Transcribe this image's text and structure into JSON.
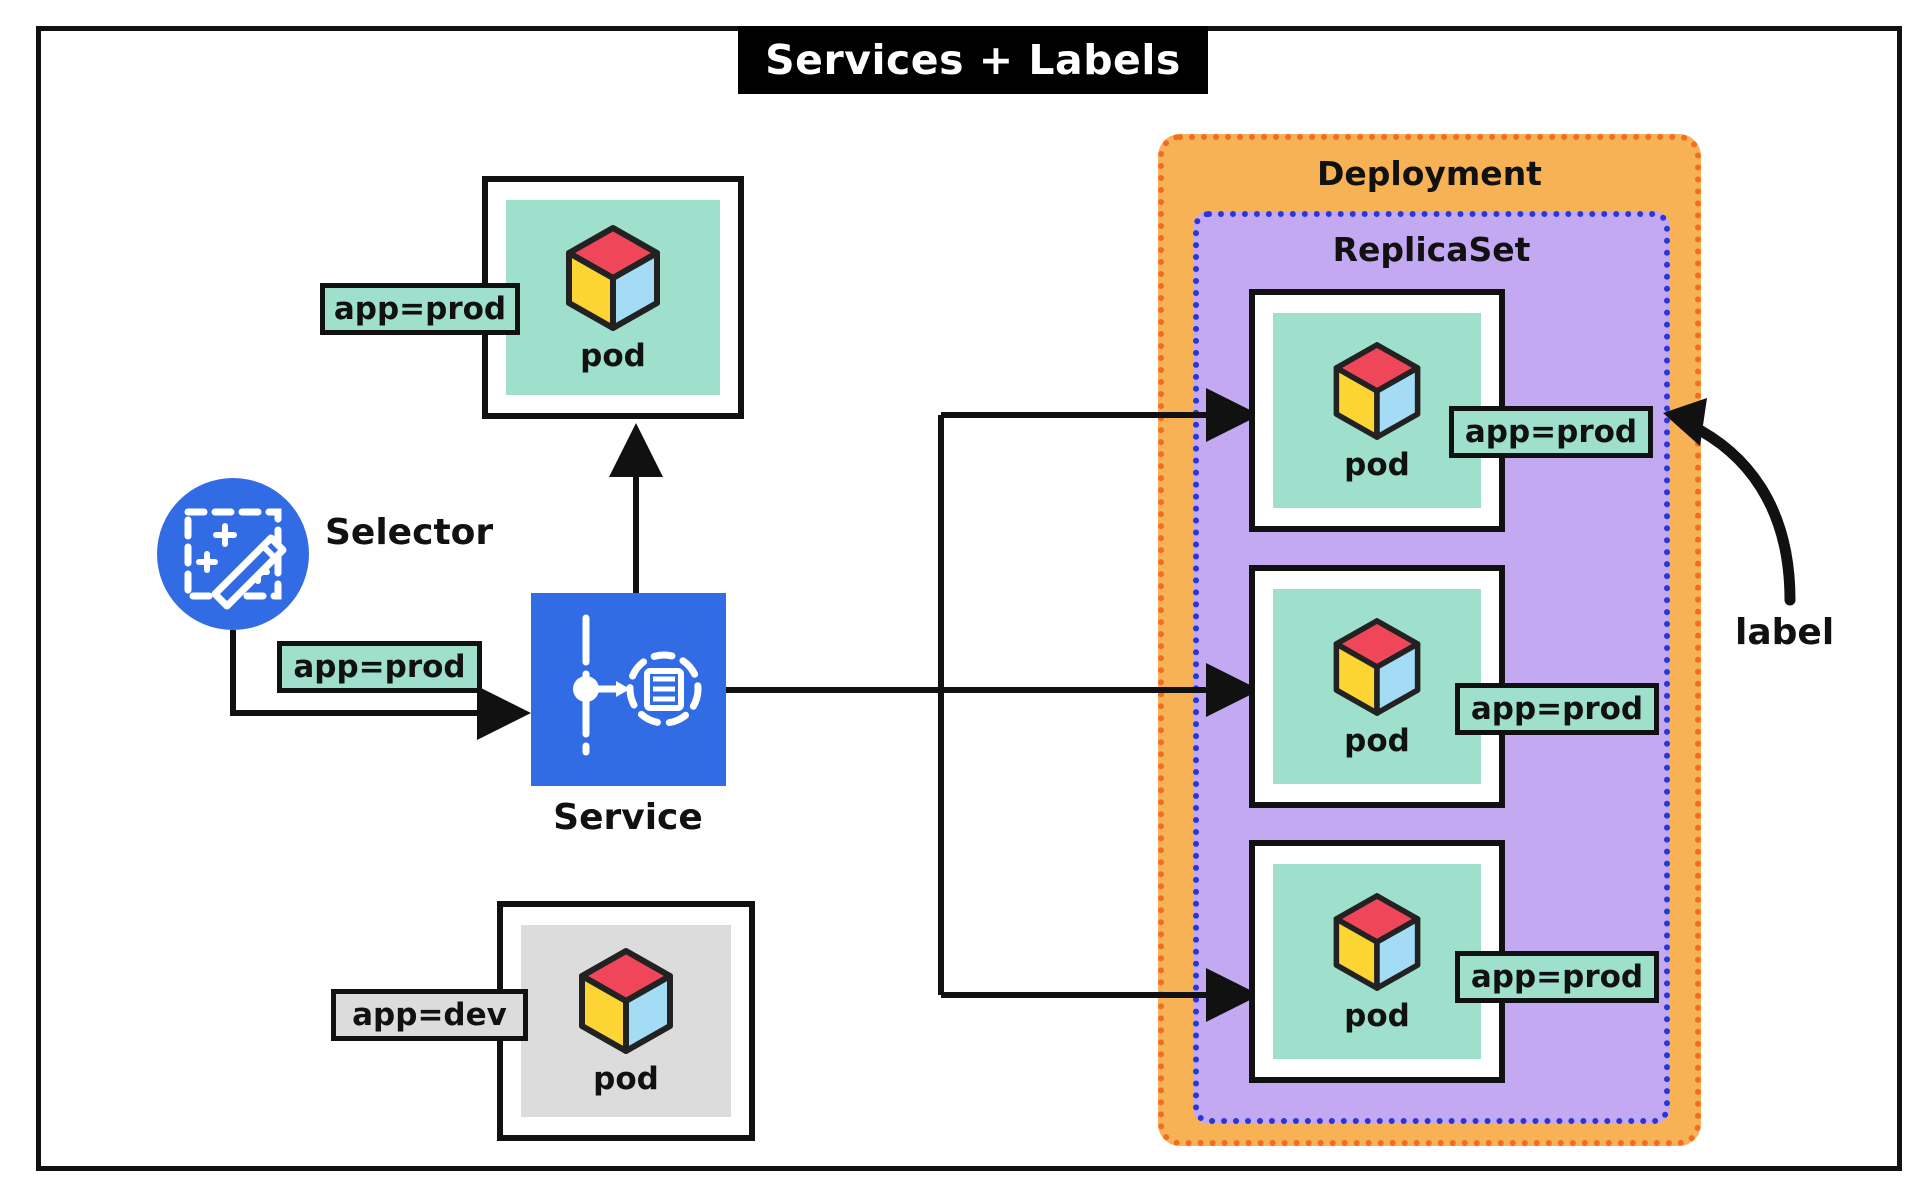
{
  "title": "Services + Labels",
  "nodes": {
    "selector": {
      "caption": "Selector",
      "icon": "selector-wand-icon",
      "color": "#326ce5"
    },
    "service": {
      "caption": "Service",
      "icon": "service-icon",
      "color": "#326ce5"
    },
    "label_annotation": {
      "caption": "label"
    }
  },
  "groups": {
    "deployment": {
      "title": "Deployment",
      "fill": "#f8b256",
      "border": "#f26c21"
    },
    "replicaset": {
      "title": "ReplicaSet",
      "fill": "#c3a8f2",
      "border": "#2b35d8"
    }
  },
  "pods": [
    {
      "id": "pod-prod-top",
      "caption": "pod",
      "tag": "app=prod",
      "tag_style": "mint",
      "inner_style": "mint"
    },
    {
      "id": "pod-dev-bottom",
      "caption": "pod",
      "tag": "app=dev",
      "tag_style": "gray",
      "inner_style": "gray"
    },
    {
      "id": "pod-rs-1",
      "caption": "pod",
      "tag": "app=prod",
      "tag_style": "mint",
      "inner_style": "mint"
    },
    {
      "id": "pod-rs-2",
      "caption": "pod",
      "tag": "app=prod",
      "tag_style": "mint",
      "inner_style": "mint"
    },
    {
      "id": "pod-rs-3",
      "caption": "pod",
      "tag": "app=prod",
      "tag_style": "mint",
      "inner_style": "mint"
    }
  ],
  "selector_tag": {
    "text": "app=prod",
    "tag_style": "mint"
  },
  "colors": {
    "service_blue": "#326ce5",
    "mint": "#9ee0cc",
    "gray": "#dcdcdc",
    "orange_fill": "#f8b256",
    "orange_border": "#f26c21",
    "purple_fill": "#c3a8f2",
    "purple_border": "#2b35d8",
    "cube_top": "#f0465a",
    "cube_left": "#fcd534",
    "cube_right": "#a5dcf5",
    "outline": "#111111"
  }
}
